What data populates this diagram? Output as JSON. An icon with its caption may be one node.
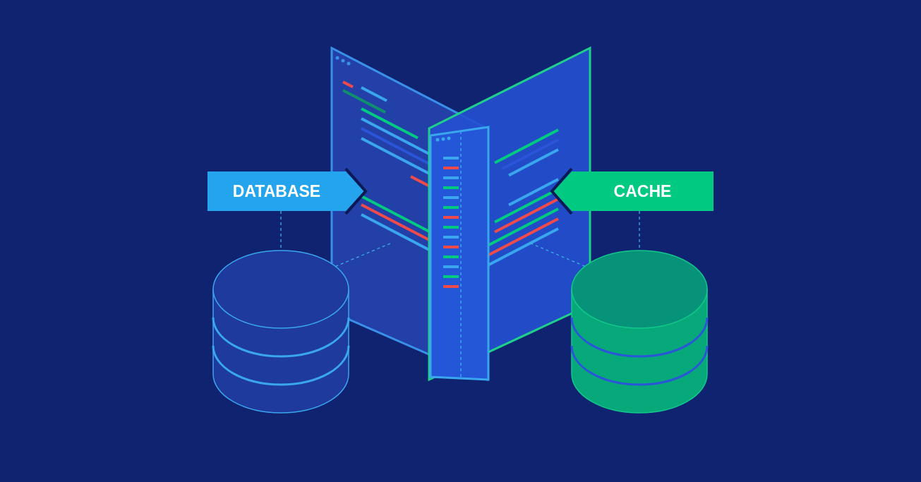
{
  "diagram": {
    "nodes": [
      {
        "text": [
          "DATABASE"
        ]
      },
      {
        "text": [
          "CACHE"
        ]
      },
      {
        "text": [],
        "shape": "cylinder"
      },
      {
        "text": [],
        "shape": "cylinder"
      },
      {
        "text": [],
        "shape": "picture"
      }
    ],
    "edges": [
      {
        "from": 0,
        "to": 2,
        "arrow": "none",
        "style": "dashed"
      },
      {
        "from": 1,
        "to": 3,
        "arrow": "none",
        "style": "dashed"
      },
      {
        "from": 2,
        "to": 4,
        "arrow": "none",
        "style": "dashed"
      },
      {
        "from": 3,
        "to": 4,
        "arrow": "none",
        "style": "dashed"
      }
    ]
  }
}
